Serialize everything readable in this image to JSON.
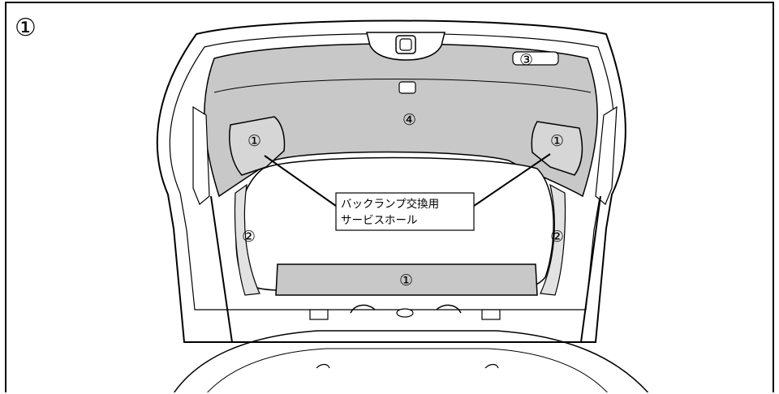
{
  "step_marker": "①",
  "callout": {
    "line1": "バックランプ交換用",
    "line2": "サービスホール"
  },
  "labels": {
    "trim_panel_left": "①",
    "trim_panel_right": "①",
    "trim_panel_bottom": "①",
    "side_trim_left": "②",
    "side_trim_right": "②",
    "handle": "③",
    "upper_trim": "④"
  }
}
